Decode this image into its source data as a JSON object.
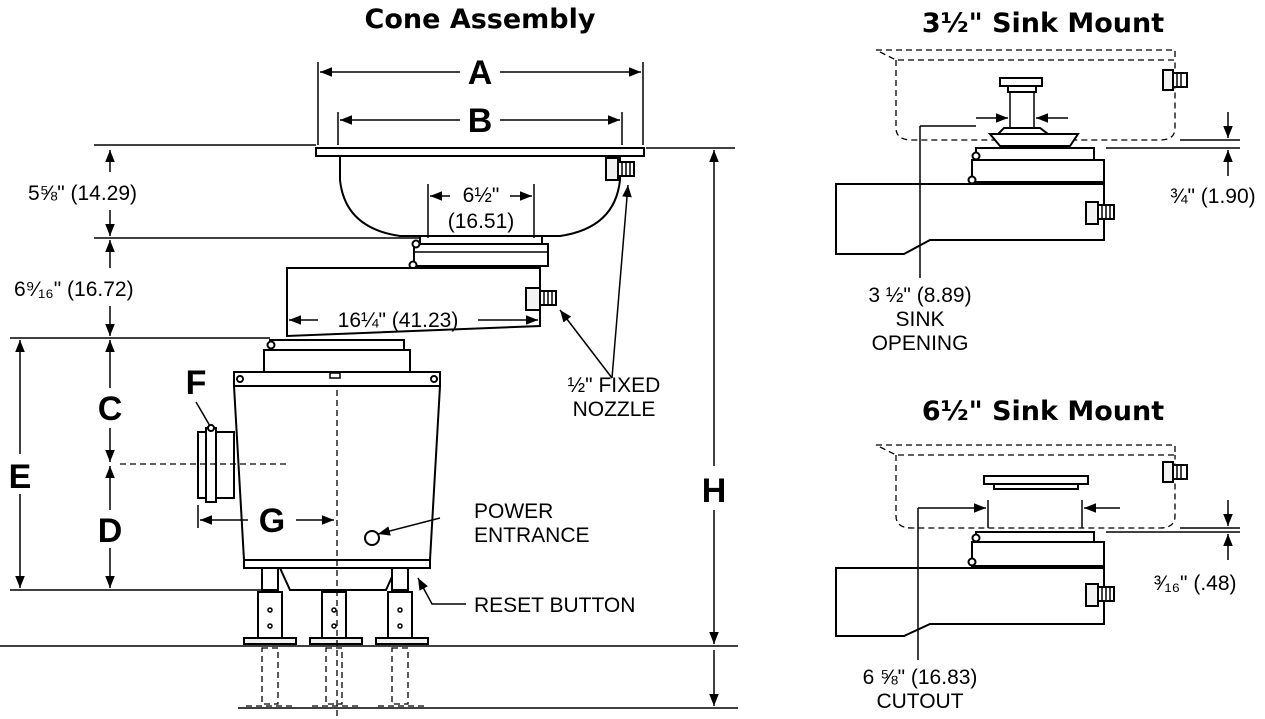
{
  "titles": {
    "cone": "Cone Assembly",
    "mount_small": "3½\" Sink Mount",
    "mount_large": "6½\" Sink Mount"
  },
  "letters": {
    "A": "A",
    "B": "B",
    "C": "C",
    "D": "D",
    "E": "E",
    "F": "F",
    "G": "G",
    "H": "H"
  },
  "dims": {
    "cone_depth": "5⅝\" (14.29)",
    "upper_height": "6⁹⁄₁₆\" (16.72)",
    "throat_in": "6½\"",
    "throat_cm": "(16.51)",
    "offset": "16¼\" (41.23)",
    "gap_small": "¾\" (1.90)",
    "gap_large": "³⁄₁₆\" (.48)"
  },
  "callouts": {
    "nozzle_line1": "½\" FIXED",
    "nozzle_line2": "NOZZLE",
    "power_line1": "POWER",
    "power_line2": "ENTRANCE",
    "reset": "RESET BUTTON",
    "sink_open_line1": "3 ½\" (8.89)",
    "sink_open_line2": "SINK",
    "sink_open_line3": "OPENING",
    "cutout_line1": "6 ⅝\" (16.83)",
    "cutout_line2": "CUTOUT"
  }
}
